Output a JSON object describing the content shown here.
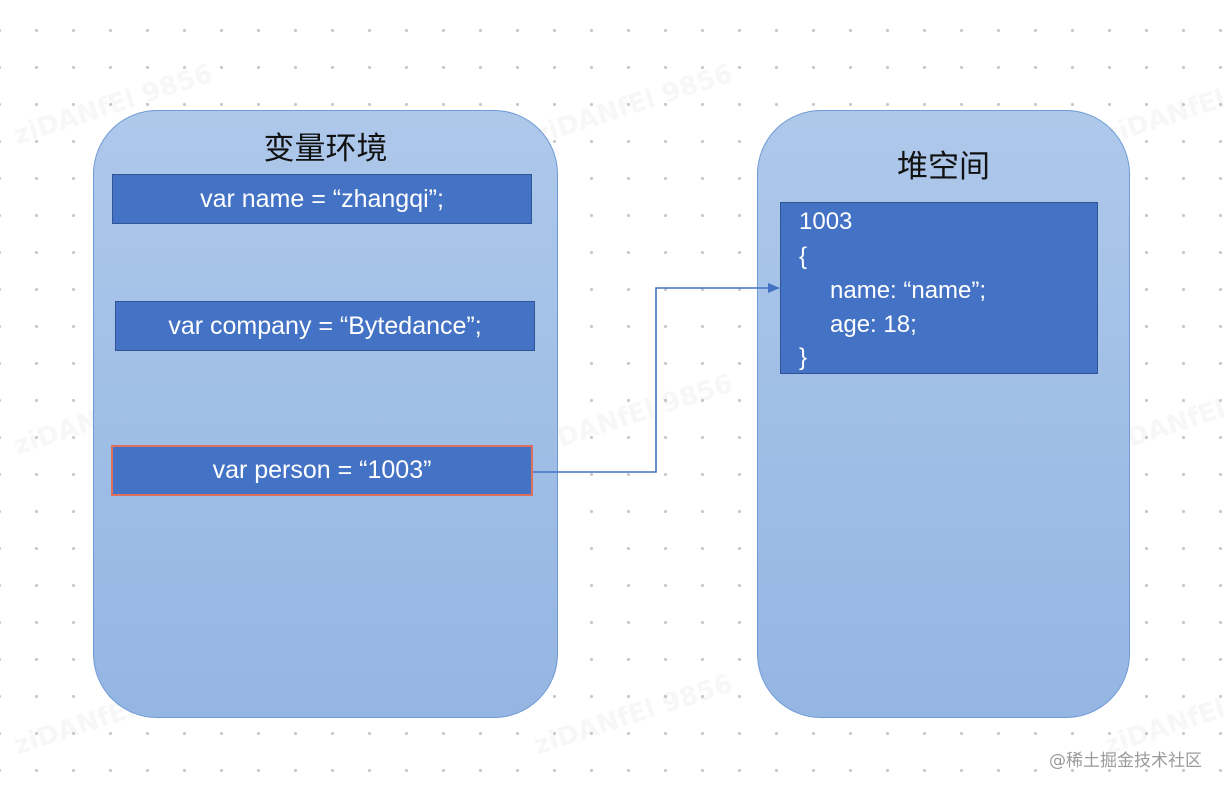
{
  "diagram": {
    "left_panel": {
      "title": "变量环境",
      "variables": [
        "var name = “zhangqi”;",
        "var company = “Bytedance”;",
        "var person = “1003”"
      ]
    },
    "right_panel": {
      "title": "堆空间",
      "object_lines": [
        "1003",
        "{",
        "name: “name”;",
        "age: 18;",
        "}"
      ]
    },
    "connector": {
      "from": "var person = “1003”",
      "to": "1003"
    }
  },
  "watermark": {
    "text": "ziDANfEl 9856"
  },
  "credit": "@稀土掘金技术社区",
  "colors": {
    "panel_fill": "#9dbde6",
    "panel_border": "#6f9ad6",
    "box_fill": "#4472c4",
    "highlight_border": "#e0705e",
    "arrow": "#4472c4"
  }
}
